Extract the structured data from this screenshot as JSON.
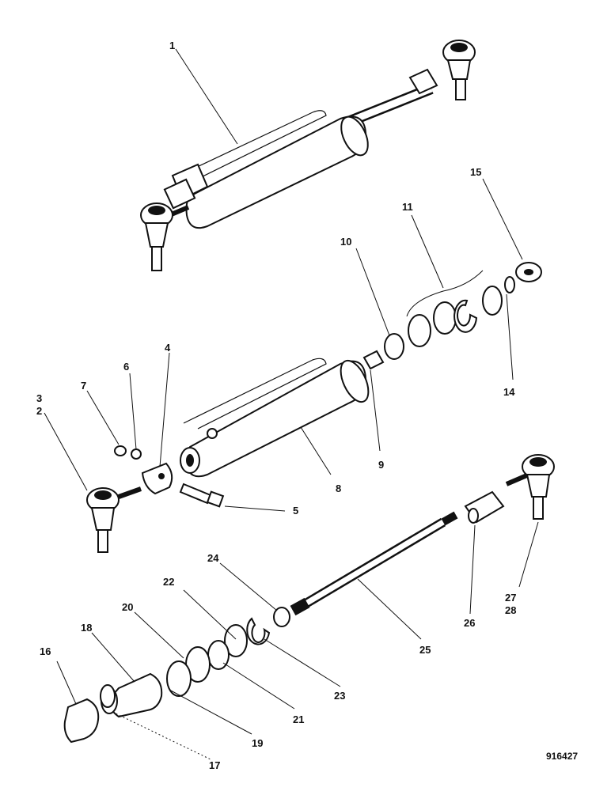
{
  "figure": {
    "reference_number": "916427",
    "callouts": [
      "1",
      "2",
      "3",
      "4",
      "5",
      "6",
      "7",
      "8",
      "9",
      "10",
      "11",
      "14",
      "15",
      "16",
      "17",
      "18",
      "19",
      "20",
      "21",
      "22",
      "23",
      "24",
      "25",
      "26",
      "27",
      "28"
    ]
  }
}
